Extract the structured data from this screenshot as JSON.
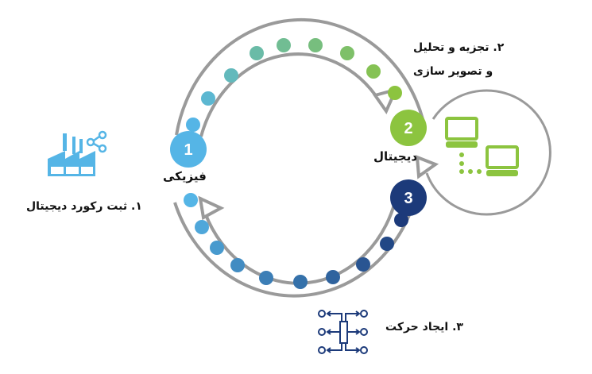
{
  "steps": [
    {
      "number": "1",
      "node_label": "فیزیکی",
      "caption": "۱. ثبت رکورد دیجیتال",
      "icon": "factory-share-icon"
    },
    {
      "number": "2",
      "node_label": "دیجیتال",
      "caption_line1": "۲. تجزیه و تحلیل",
      "caption_line2": "و تصویر سازی",
      "icon": "computers-network-icon"
    },
    {
      "number": "3",
      "caption": "۳. ایجاد حرکت",
      "icon": "actuator-arrows-icon"
    }
  ],
  "colors": {
    "physical": "#55b5e6",
    "digital": "#8cc43f",
    "action": "#1c3a7a",
    "track": "#9a9a9a"
  }
}
